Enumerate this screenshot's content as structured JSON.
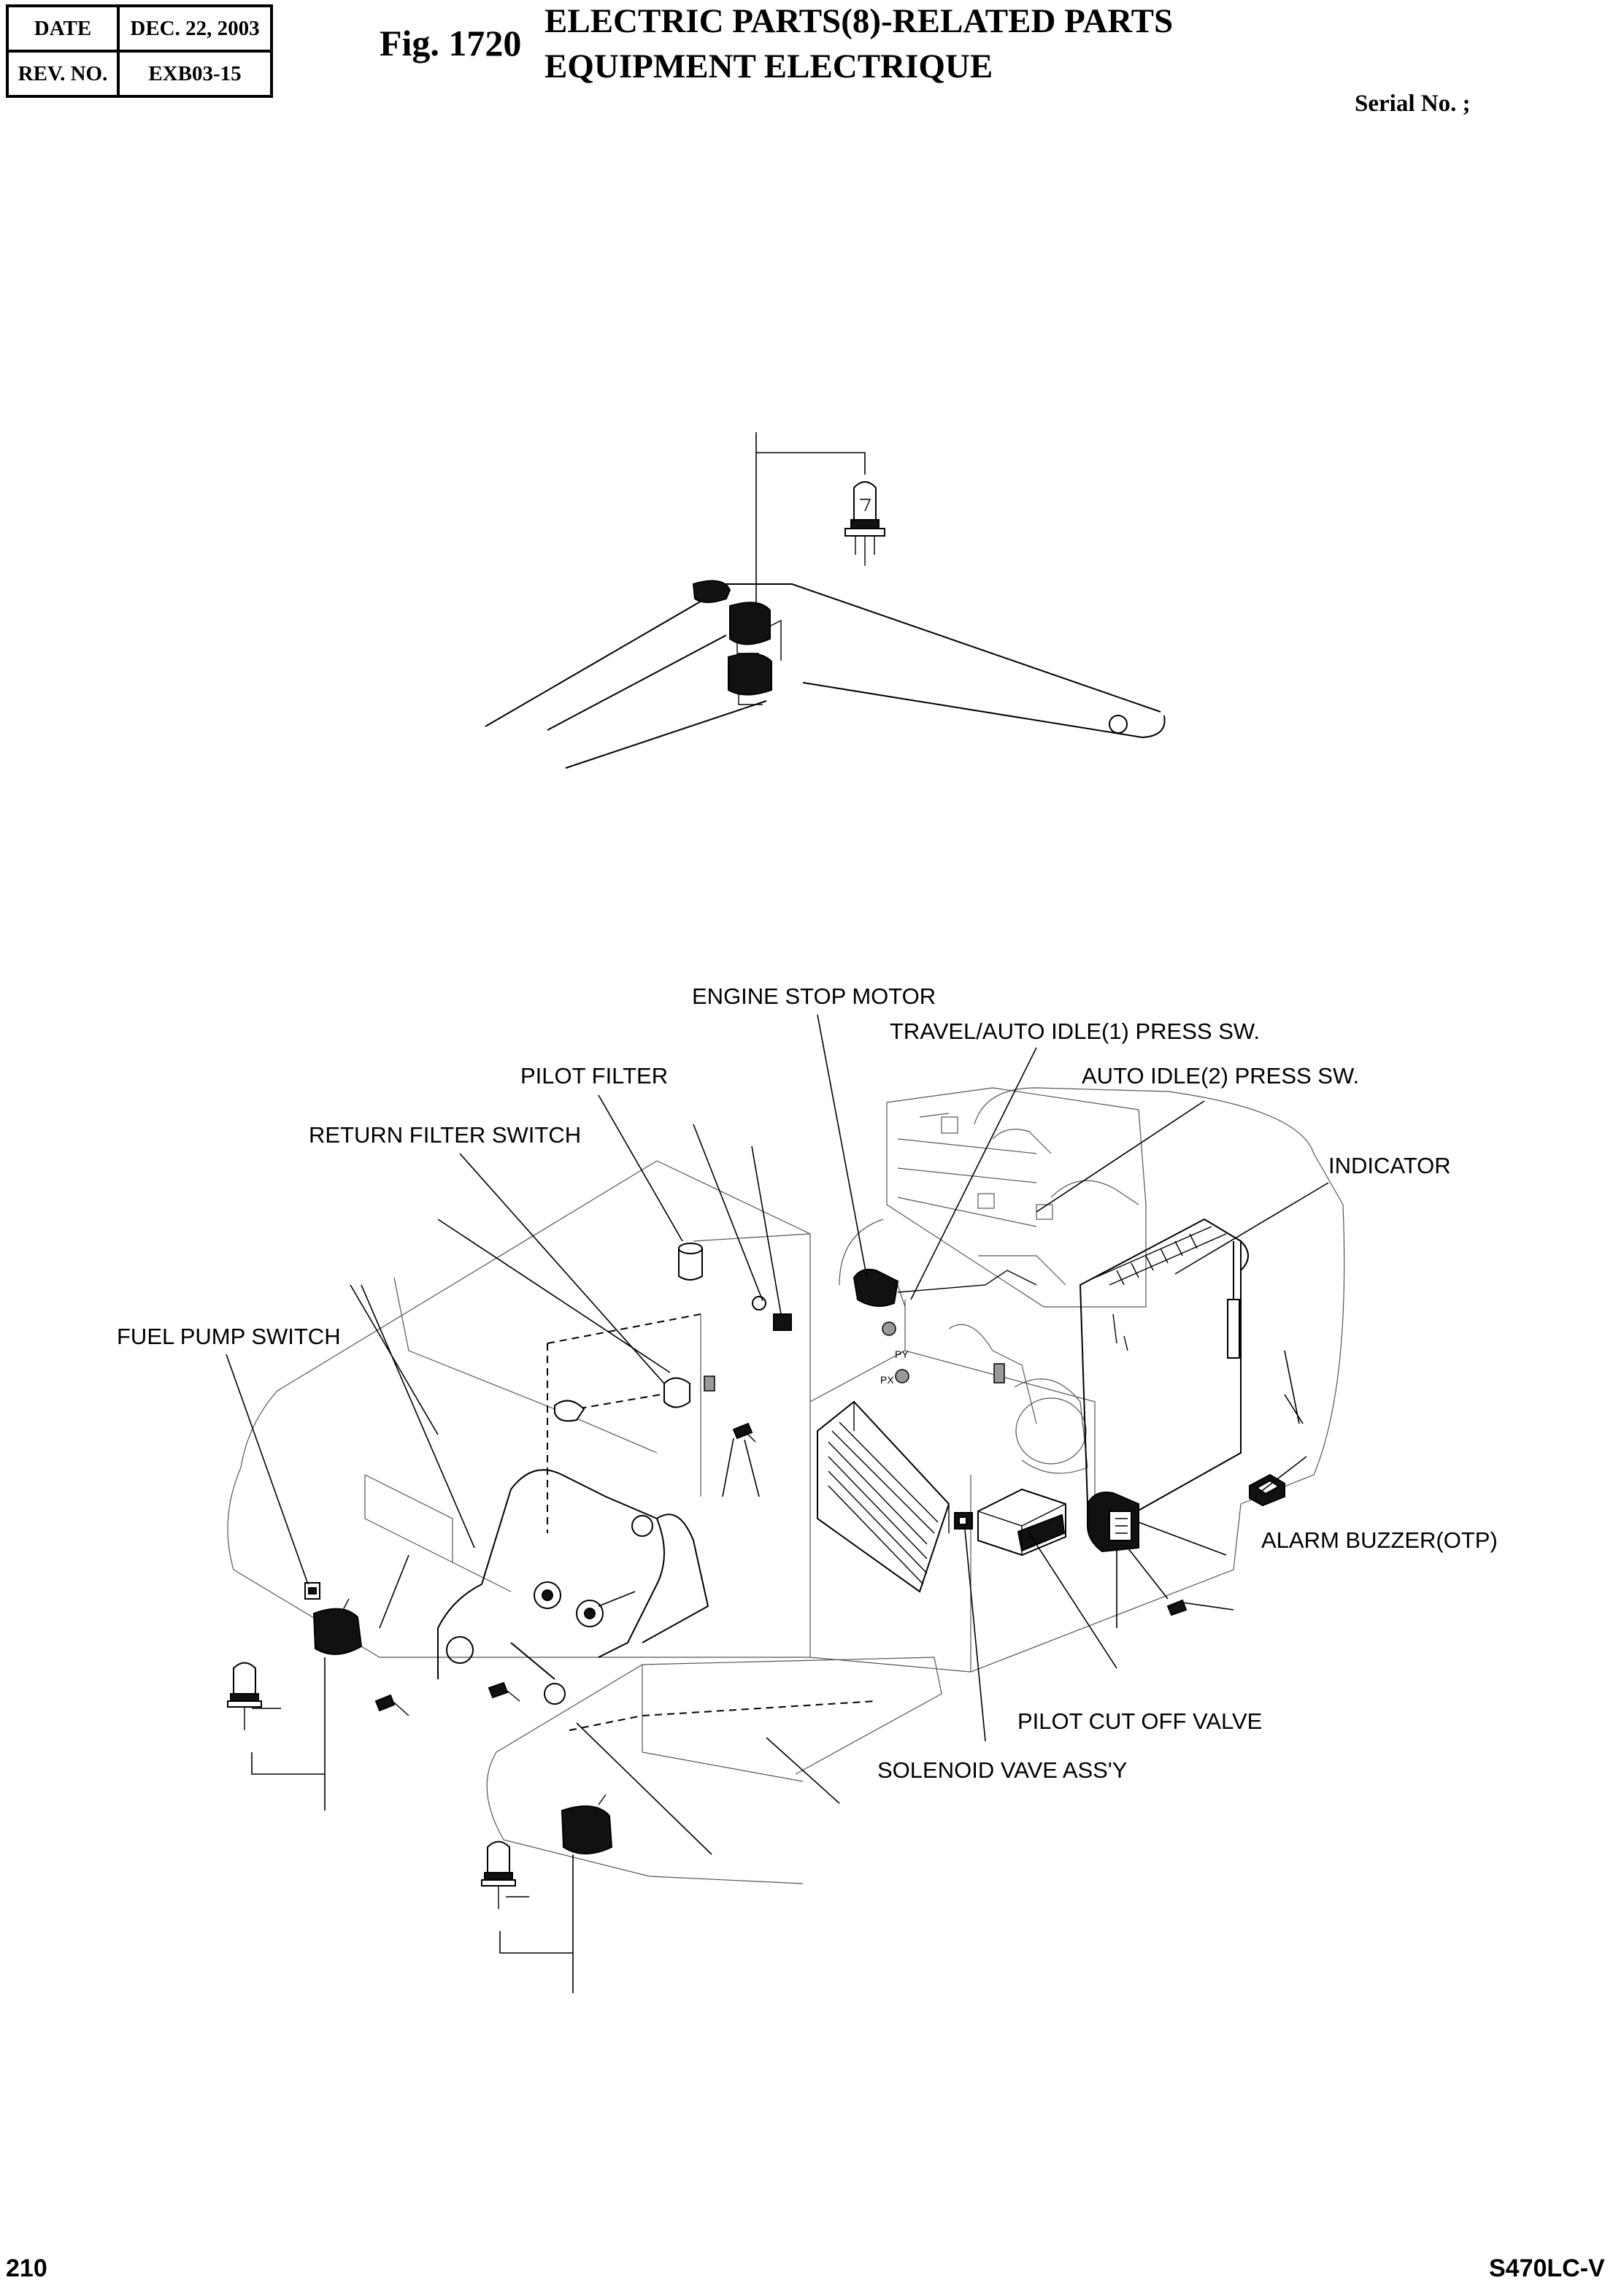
{
  "header": {
    "date_label": "DATE",
    "date_value": "DEC.  22, 2003",
    "rev_label": "REV. NO.",
    "rev_value": "EXB03-15",
    "fig_number": "Fig. 1720",
    "title_line1": "ELECTRIC PARTS(8)-RELATED PARTS",
    "title_line2": "EQUIPMENT ELECTRIQUE",
    "serial_label": "Serial No. ;"
  },
  "callouts": {
    "engine_stop_motor": "ENGINE STOP MOTOR",
    "travel_auto_idle": "TRAVEL/AUTO IDLE(1) PRESS SW.",
    "auto_idle_2": "AUTO IDLE(2) PRESS SW.",
    "pilot_filter": "PILOT FILTER",
    "return_filter_switch": "RETURN FILTER SWITCH",
    "indicator": "INDICATOR",
    "fuel_pump_switch": "FUEL PUMP SWITCH",
    "alarm_buzzer": "ALARM BUZZER(OTP)",
    "pilot_cut_off_valve": "PILOT CUT OFF VALVE",
    "solenoid_valve": "SOLENOID VAVE ASS'Y"
  },
  "small_marks": {
    "py": "PY",
    "px": "PX"
  },
  "footer": {
    "page_number": "210",
    "model": "S470LC-V"
  }
}
